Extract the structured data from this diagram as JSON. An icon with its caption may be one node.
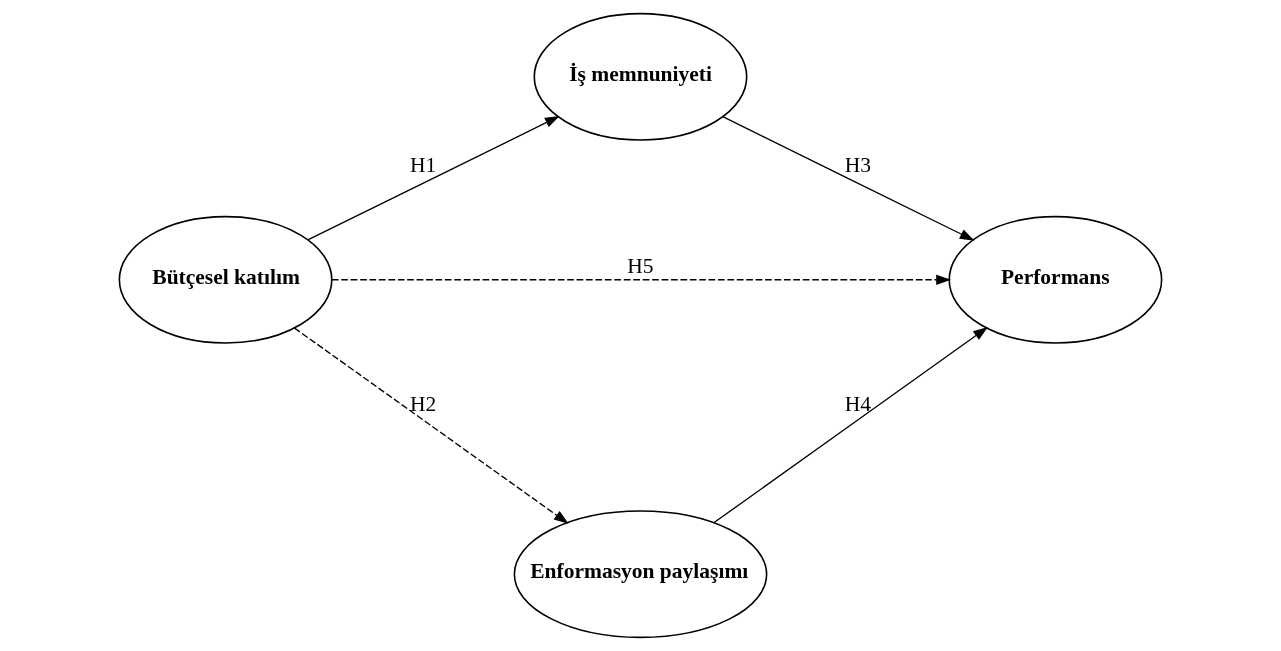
{
  "diagram": {
    "nodes": [
      {
        "text": [
          "Bütçesel katılım"
        ]
      },
      {
        "text": [
          "İş memnuniyeti"
        ]
      },
      {
        "text": [
          "Performans"
        ]
      },
      {
        "text": [
          "Enformasyon paylaşımı"
        ]
      }
    ],
    "edges": [
      {
        "from": 0,
        "to": 1,
        "arrow": "to",
        "label": "H1"
      },
      {
        "from": 1,
        "to": 2,
        "arrow": "to",
        "label": "H3"
      },
      {
        "from": 0,
        "to": 2,
        "arrow": "to",
        "label": "H5",
        "style": "dashed"
      },
      {
        "from": 0,
        "to": 3,
        "arrow": "to",
        "label": "H2",
        "style": "dashed"
      },
      {
        "from": 3,
        "to": 2,
        "arrow": "to",
        "label": "H4"
      }
    ]
  }
}
